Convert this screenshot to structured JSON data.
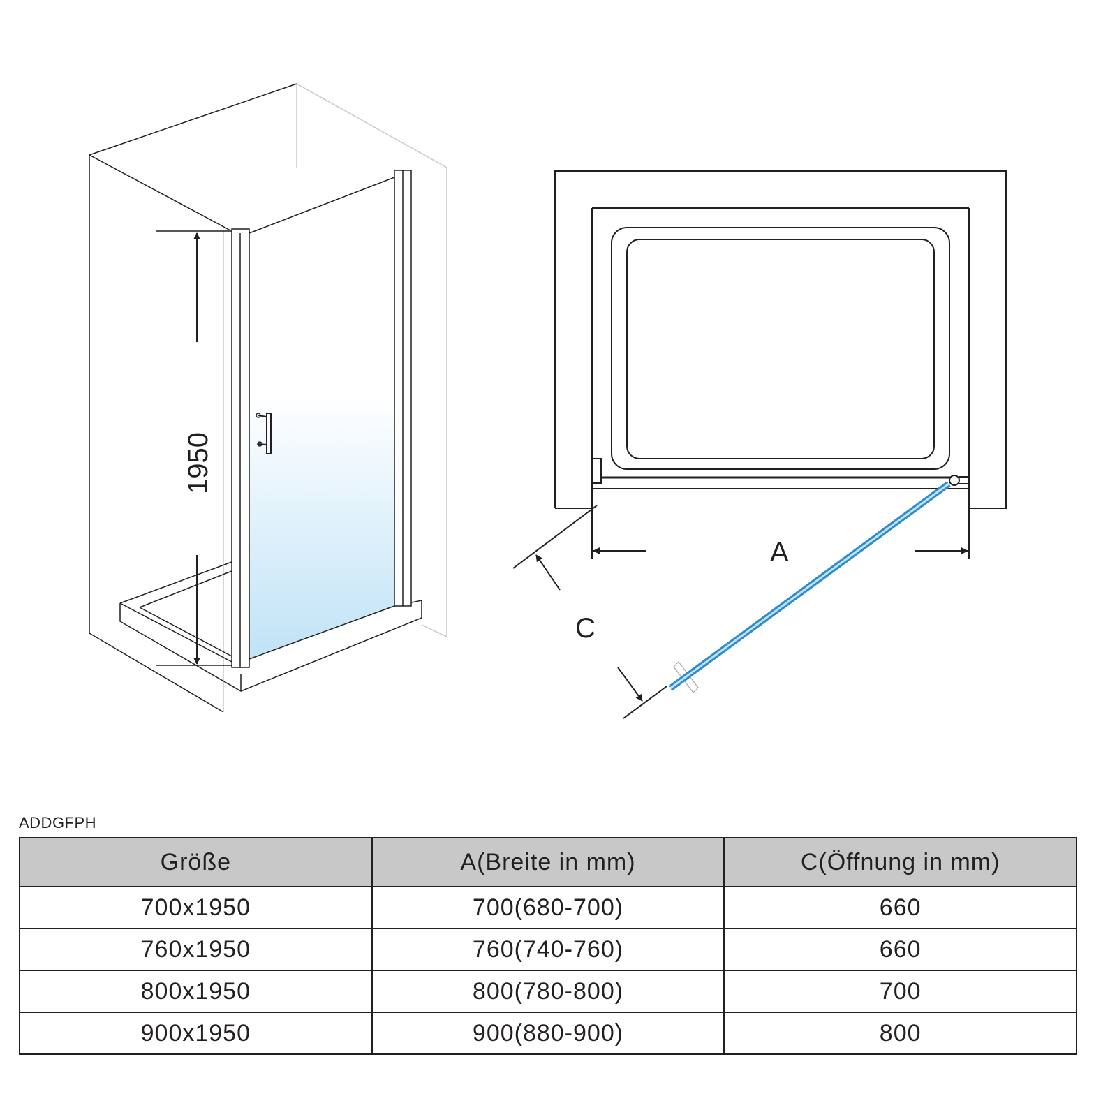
{
  "diagram": {
    "height_label": "1950",
    "width_label": "A",
    "opening_label": "C",
    "colors": {
      "glass_blue": "#2e8bc9",
      "glass_fill": "#bfe3f6",
      "line": "#231f20"
    }
  },
  "model_code": "ADDGFPH",
  "table": {
    "headers": [
      "Größe",
      "A(Breite in mm)",
      "C(Öffnung in mm)"
    ],
    "rows": [
      [
        "700x1950",
        "700(680-700)",
        "660"
      ],
      [
        "760x1950",
        "760(740-760)",
        "660"
      ],
      [
        "800x1950",
        "800(780-800)",
        "700"
      ],
      [
        "900x1950",
        "900(880-900)",
        "800"
      ]
    ]
  }
}
